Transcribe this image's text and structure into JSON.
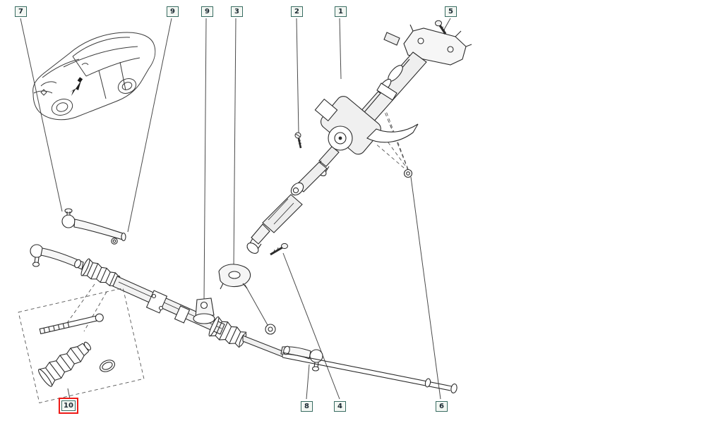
{
  "diagram": {
    "kind": "exploded-parts-diagram",
    "subject": "steering-column-and-rack",
    "callouts": [
      {
        "label": "7",
        "position": "top-left",
        "highlighted": false
      },
      {
        "label": "9",
        "position": "top",
        "highlighted": false
      },
      {
        "label": "9",
        "position": "top",
        "highlighted": false
      },
      {
        "label": "3",
        "position": "top",
        "highlighted": false
      },
      {
        "label": "2",
        "position": "top",
        "highlighted": false
      },
      {
        "label": "1",
        "position": "top",
        "highlighted": false
      },
      {
        "label": "5",
        "position": "top-right",
        "highlighted": false
      },
      {
        "label": "10",
        "position": "bottom-left",
        "highlighted": true
      },
      {
        "label": "8",
        "position": "bottom",
        "highlighted": false
      },
      {
        "label": "4",
        "position": "bottom",
        "highlighted": false
      },
      {
        "label": "6",
        "position": "bottom-right",
        "highlighted": false
      }
    ]
  },
  "colors": {
    "callout_border": "#356a5e",
    "callout_background": "#f2f7f2",
    "highlight_border": "#ee1b17",
    "line_color": "#2b2b2b",
    "background": "#ffffff"
  }
}
